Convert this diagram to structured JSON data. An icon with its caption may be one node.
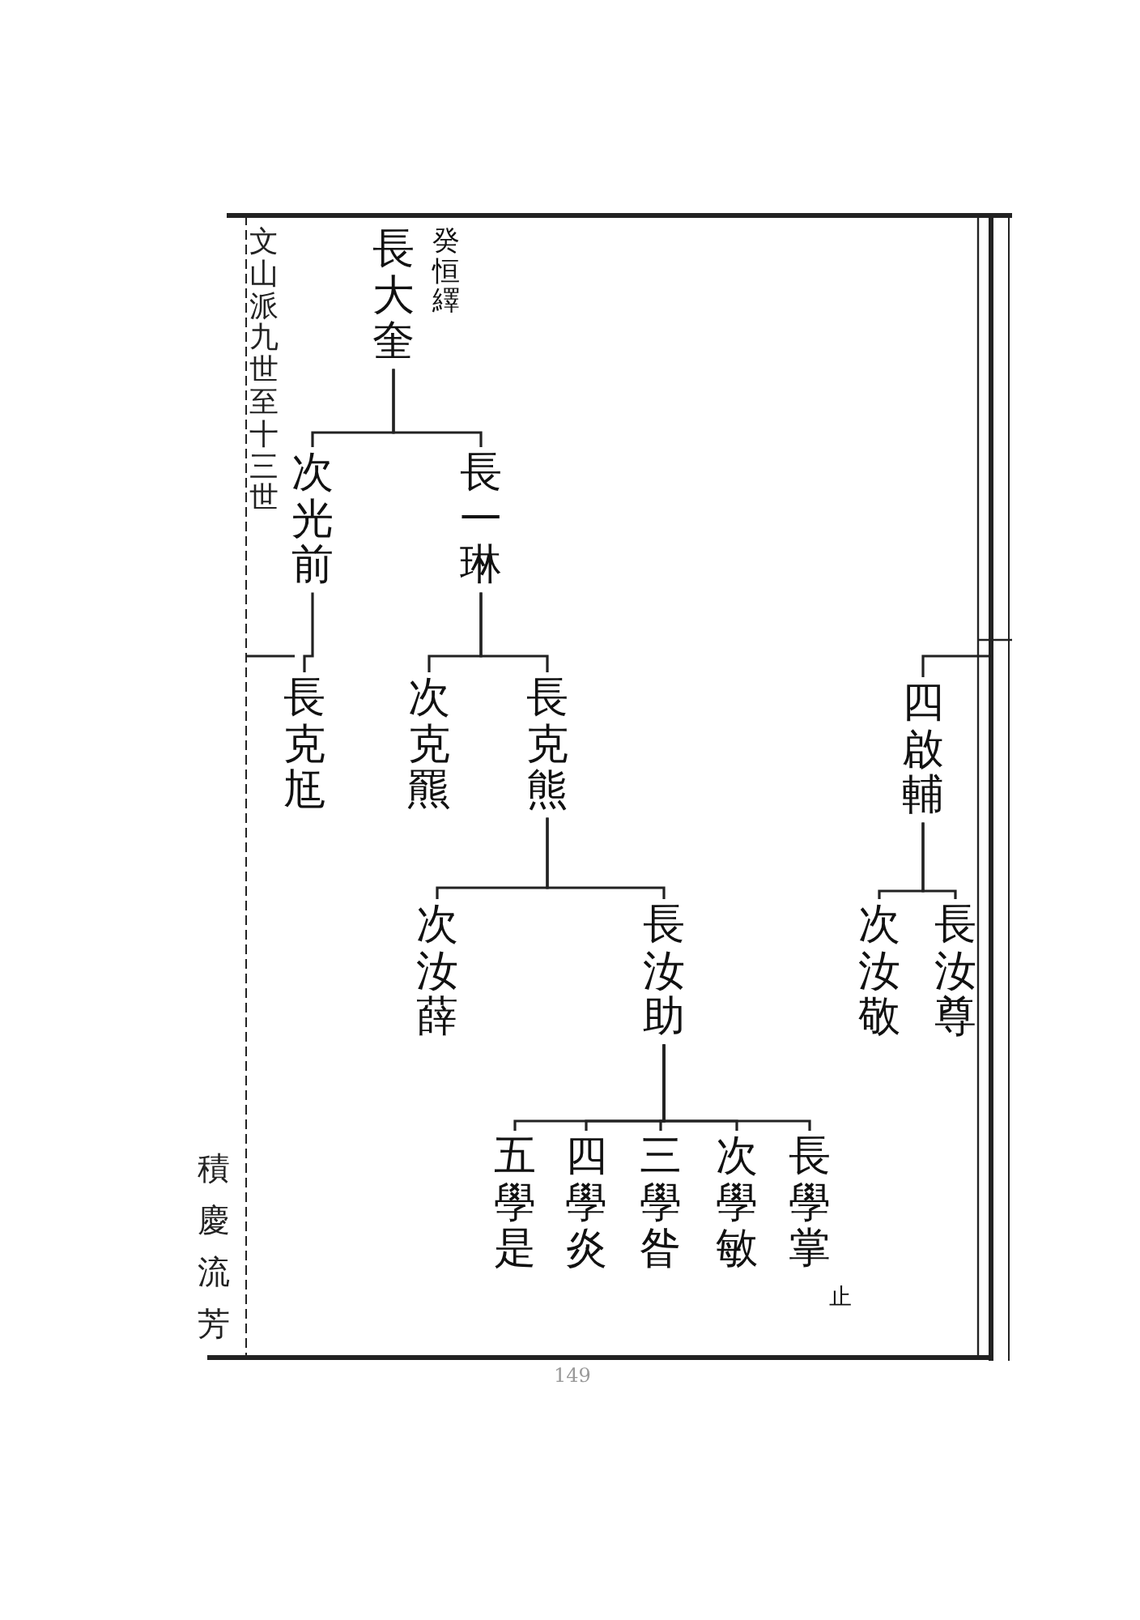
{
  "diagram": {
    "nodes": [
      {
        "text": [
          "長大奎"
        ],
        "beside": [
          "癸恒繹"
        ]
      },
      {
        "text": [
          "次光前"
        ]
      },
      {
        "text": [
          "長一琳"
        ]
      },
      {
        "text": [
          "長克尪"
        ]
      },
      {
        "text": [
          "次克羆"
        ]
      },
      {
        "text": [
          "長克熊"
        ]
      },
      {
        "text": [
          "次汝薛"
        ]
      },
      {
        "text": [
          "長汝助"
        ]
      },
      {
        "text": [
          "五學是"
        ]
      },
      {
        "text": [
          "四學炎"
        ]
      },
      {
        "text": [
          "三學昝"
        ]
      },
      {
        "text": [
          "次學敏"
        ]
      },
      {
        "text": [
          "長學掌"
        ],
        "beside": [
          "止"
        ]
      },
      {
        "text": [
          "四啟輔"
        ]
      },
      {
        "text": [
          "次汝敬"
        ]
      },
      {
        "text": [
          "長汝尊"
        ]
      }
    ],
    "edges": [
      {
        "from": 0,
        "to": 1,
        "arrow": "none"
      },
      {
        "from": 0,
        "to": 2,
        "arrow": "none"
      },
      {
        "from": 1,
        "to": 3,
        "arrow": "none"
      },
      {
        "from": 2,
        "to": 4,
        "arrow": "none"
      },
      {
        "from": 2,
        "to": 5,
        "arrow": "none"
      },
      {
        "from": 5,
        "to": 6,
        "arrow": "none"
      },
      {
        "from": 5,
        "to": 7,
        "arrow": "none"
      },
      {
        "from": 7,
        "to": 8,
        "arrow": "none"
      },
      {
        "from": 7,
        "to": 9,
        "arrow": "none"
      },
      {
        "from": 7,
        "to": 10,
        "arrow": "none"
      },
      {
        "from": 7,
        "to": 11,
        "arrow": "none"
      },
      {
        "from": 7,
        "to": 12,
        "arrow": "none"
      },
      {
        "from": null,
        "to": 13,
        "arrow": "none"
      },
      {
        "from": 13,
        "to": 14,
        "arrow": "none"
      },
      {
        "from": 13,
        "to": 15,
        "arrow": "none"
      }
    ],
    "labels": [
      "文山派九世至十三世",
      "積慶流芳",
      "149"
    ]
  }
}
